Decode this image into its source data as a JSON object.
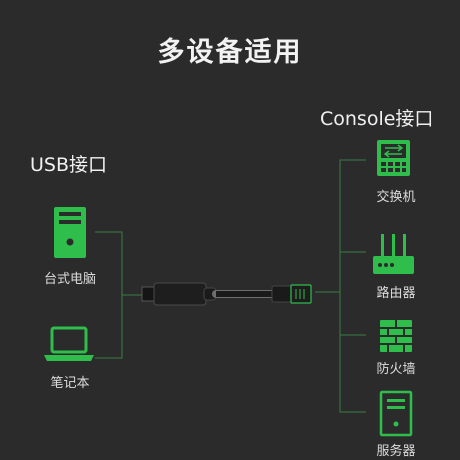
{
  "title": "多设备适用",
  "left": {
    "heading": "USB接口",
    "devices": [
      {
        "label": "台式电脑",
        "icon": "desktop-pc-icon"
      },
      {
        "label": "笔记本",
        "icon": "laptop-icon"
      }
    ]
  },
  "right": {
    "heading": "Console接口",
    "devices": [
      {
        "label": "交换机",
        "icon": "switch-icon"
      },
      {
        "label": "路由器",
        "icon": "router-icon"
      },
      {
        "label": "防火墙",
        "icon": "firewall-icon"
      },
      {
        "label": "服务器",
        "icon": "server-icon"
      }
    ]
  },
  "colors": {
    "background": "#2b2b2b",
    "icon_green": "#2fbd4c",
    "connector_line": "#3a7d46",
    "cable": "#1c1c1c"
  }
}
